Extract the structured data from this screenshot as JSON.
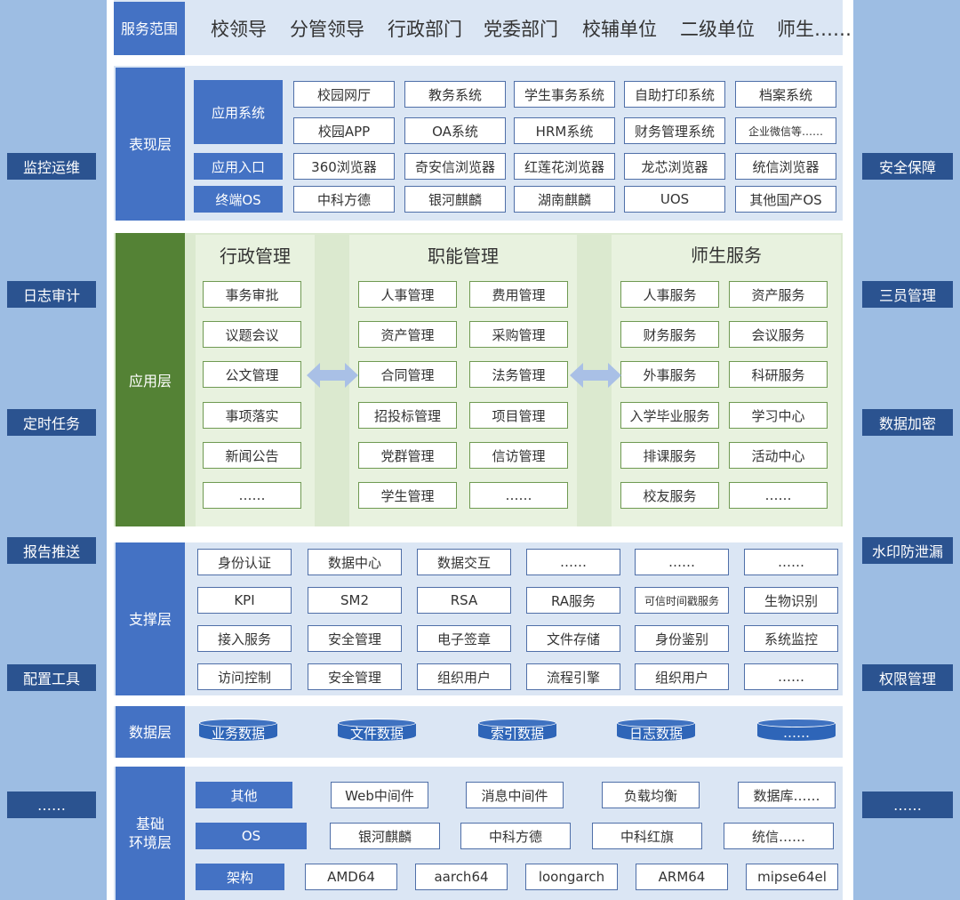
{
  "left_side": [
    "监控运维",
    "日志审计",
    "定时任务",
    "报告推送",
    "配置工具",
    "……"
  ],
  "right_side": [
    "安全保障",
    "三员管理",
    "数据加密",
    "水印防泄漏",
    "权限管理",
    "……"
  ],
  "service": {
    "label": "服务范围",
    "items": [
      "校领导",
      "分管领导",
      "行政部门",
      "党委部门",
      "校辅单位",
      "二级单位",
      "师生……"
    ]
  },
  "presentation": {
    "label": "表现层",
    "rows": [
      {
        "label": "应用系统",
        "items": [
          "校园网厅",
          "教务系统",
          "学生事务系统",
          "自助打印系统",
          "档案系统"
        ]
      },
      {
        "label": "",
        "items": [
          "校园APP",
          "OA系统",
          "HRM系统",
          "财务管理系统",
          "企业微信等……"
        ]
      },
      {
        "label": "应用入口",
        "items": [
          "360浏览器",
          "奇安信浏览器",
          "红莲花浏览器",
          "龙芯浏览器",
          "统信浏览器"
        ]
      },
      {
        "label": "终端OS",
        "items": [
          "中科方德",
          "银河麒麟",
          "湖南麒麟",
          "UOS",
          "其他国产OS"
        ]
      }
    ]
  },
  "application": {
    "label": "应用层",
    "admin": {
      "title": "行政管理",
      "items": [
        "事务审批",
        "议题会议",
        "公文管理",
        "事项落实",
        "新闻公告",
        "……"
      ]
    },
    "function": {
      "title": "职能管理",
      "items": [
        "人事管理",
        "费用管理",
        "资产管理",
        "采购管理",
        "合同管理",
        "法务管理",
        "招投标管理",
        "项目管理",
        "党群管理",
        "信访管理",
        "学生管理",
        "……"
      ]
    },
    "service": {
      "title": "师生服务",
      "items": [
        "人事服务",
        "资产服务",
        "财务服务",
        "会议服务",
        "外事服务",
        "科研服务",
        "入学毕业服务",
        "学习中心",
        "排课服务",
        "活动中心",
        "校友服务",
        "……"
      ]
    }
  },
  "support": {
    "label": "支撑层",
    "rows": [
      [
        "身份认证",
        "数据中心",
        "数据交互",
        "……",
        "……",
        "……"
      ],
      [
        "KPI",
        "SM2",
        "RSA",
        "RA服务",
        "可信时间戳服务",
        "生物识别"
      ],
      [
        "接入服务",
        "安全管理",
        "电子签章",
        "文件存储",
        "身份鉴别",
        "系统监控"
      ],
      [
        "访问控制",
        "安全管理",
        "组织用户",
        "流程引擎",
        "组织用户",
        "……"
      ]
    ]
  },
  "data_layer": {
    "label": "数据层",
    "items": [
      "业务数据",
      "文件数据",
      "索引数据",
      "日志数据",
      "……"
    ]
  },
  "infra": {
    "label": "基础\n环境层",
    "label_line1": "基础",
    "label_line2": "环境层",
    "row1": {
      "label": "其他",
      "items": [
        "Web中间件",
        "消息中间件",
        "负载均衡",
        "数据库……"
      ]
    },
    "row2": {
      "label": "OS",
      "items": [
        "银河麒麟",
        "中科方德",
        "中科红旗",
        "统信……"
      ]
    },
    "row3": {
      "label": "架构",
      "items": [
        "AMD64",
        "aarch64",
        "loongarch",
        "ARM64",
        "mipse64el"
      ]
    }
  }
}
